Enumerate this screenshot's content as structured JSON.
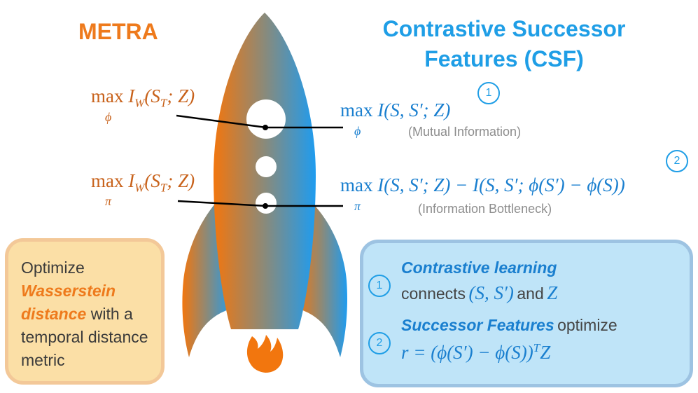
{
  "left": {
    "title": "METRA",
    "eq1": "max I_W(S_T; Z)",
    "eq1_max": "max",
    "eq1_body": "I",
    "eq1_sub_w": "W",
    "eq1_args_open": "(S",
    "eq1_sub_t": "T",
    "eq1_args_close": "; Z)",
    "eq1_under": "ϕ",
    "eq2_under": "π",
    "box_line1": "Optimize",
    "box_hl1": "Wasserstein",
    "box_hl2": "distance",
    "box_line3": " with a temporal distance metric"
  },
  "right": {
    "title": "Contrastive Successor Features (CSF)",
    "eq1_max": "max",
    "eq1_body": "I(S, S′; Z)",
    "eq1_under": "ϕ",
    "eq1_badge": "1",
    "eq1_note": "(Mutual Information)",
    "eq2_max": "max",
    "eq2_body": "I(S, S′; Z) − I(S, S′; ϕ(S′) − ϕ(S))",
    "eq2_under": "π",
    "eq2_badge": "2",
    "eq2_note": "(Information Bottleneck)",
    "box_item1_badge": "1",
    "box_item1_title": "Contrastive learning",
    "box_item1_text_a": "connects",
    "box_item1_math_a": "(S, S′)",
    "box_item1_text_b": "and",
    "box_item1_math_b": "Z",
    "box_item2_badge": "2",
    "box_item2_title": "Successor Features",
    "box_item2_text": "optimize",
    "box_item2_math": "r = (ϕ(S′) − ϕ(S))",
    "box_item2_sup": "T",
    "box_item2_math_end": "Z"
  },
  "colors": {
    "orange": "#ee7a1c",
    "blue": "#1f9ee6",
    "left_box_fill": "#fbdfa6",
    "right_box_fill": "#bfe4f8"
  }
}
